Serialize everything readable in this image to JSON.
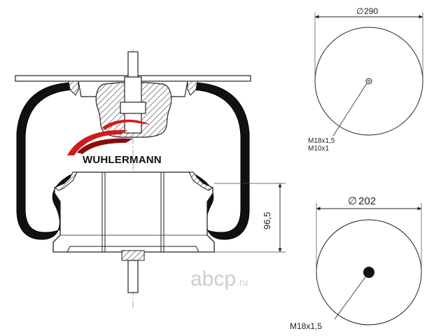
{
  "brand": {
    "name": "WUHLERMANN",
    "colors": {
      "red": "#d11a1a",
      "dark_red": "#8a0c0c",
      "text": "#111111"
    }
  },
  "watermark": {
    "text": "abcp",
    "suffix": ".ru",
    "color": "#c8c8c8"
  },
  "top_view": {
    "diameter_label": "290",
    "thread_labels": [
      "M18x1,5",
      "M10x1"
    ]
  },
  "bottom_view": {
    "diameter_label": "202",
    "thread_label": "M18x1,5"
  },
  "side_view": {
    "height_label": "96,5"
  },
  "symbols": {
    "diameter": "∅"
  }
}
